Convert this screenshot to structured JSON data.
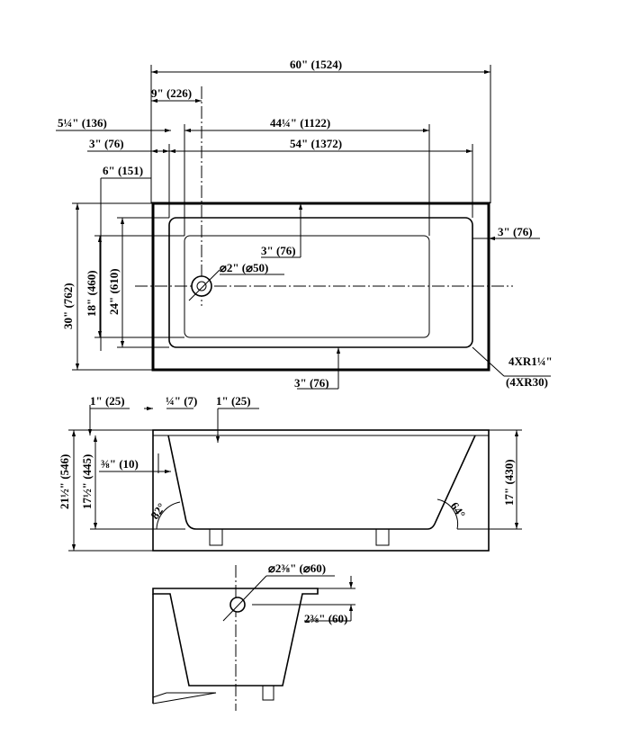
{
  "top_view": {
    "overall_length": "60\" (1524)",
    "drain_offset_9": "9\" (226)",
    "offset_5_1_4": "5¼\" (136)",
    "length_44_1_4": "44¼\" (1122)",
    "offset_3_left": "3\" (76)",
    "length_54": "54\" (1372)",
    "offset_6": "6\" (151)",
    "right_3": "3\" (76)",
    "inner_3": "3\" (76)",
    "drain_dia": "⌀2\" (⌀50)",
    "overall_width": "30\" (762)",
    "width_24": "24\" (610)",
    "width_18": "18\" (460)",
    "bottom_3": "3\" (76)",
    "corner_radius": "4XR1¼\"",
    "corner_radius_mm": "(4XR30)"
  },
  "side_view": {
    "flange_1_left": "1\" (25)",
    "flange_quarter": "¼\" (7)",
    "flange_1_mid": "1\" (25)",
    "height_21_1_2": "21½\" (546)",
    "height_17_1_2": "17½\" (445)",
    "offset_3_8": "⅜\" (10)",
    "depth_17": "17\" (430)",
    "angle_left": "82°",
    "angle_right": "64°"
  },
  "end_view": {
    "overflow_dia": "⌀2⅜\" (⌀60)",
    "overflow_offset": "2⅜\" (60)"
  }
}
